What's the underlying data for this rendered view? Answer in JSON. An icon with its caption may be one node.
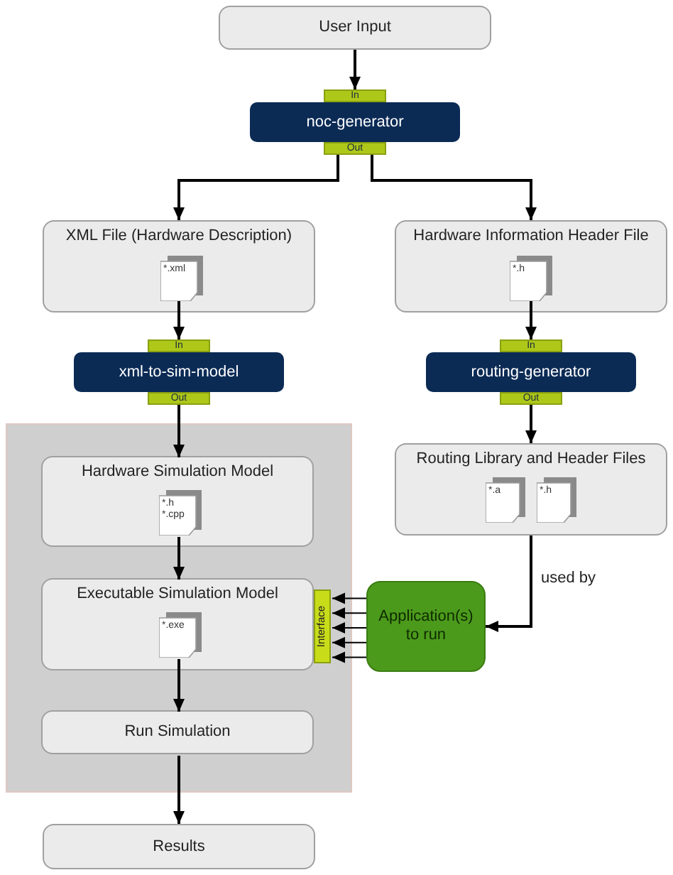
{
  "diagram": {
    "nodes": [
      {
        "text": [
          "User Input"
        ]
      },
      {
        "text": [
          "noc-generator"
        ],
        "beside": [
          "In",
          "Out"
        ]
      },
      {
        "text": [
          "XML File (Hardware Description)"
        ]
      },
      {
        "text": [
          "*.xml"
        ],
        "in": 2
      },
      {
        "text": [
          "Hardware Information Header File"
        ]
      },
      {
        "text": [
          "*.h"
        ],
        "in": 4
      },
      {
        "text": [
          "xml-to-sim-model"
        ],
        "beside": [
          "In",
          "Out"
        ]
      },
      {
        "text": [
          "routing-generator"
        ],
        "beside": [
          "In",
          "Out"
        ]
      },
      {
        "text": [],
        "shape": "box"
      },
      {
        "text": [
          "Hardware Simulation Model"
        ],
        "in": 8
      },
      {
        "text": [
          "*.h",
          "*.cpp"
        ],
        "in": 9
      },
      {
        "text": [
          "Routing Library and Header Files"
        ]
      },
      {
        "text": [
          "*.a"
        ],
        "in": 11
      },
      {
        "text": [
          "*.h"
        ],
        "in": 11
      },
      {
        "text": [
          "Executable Simulation Model"
        ],
        "in": 8
      },
      {
        "text": [
          "*.exe"
        ],
        "in": 14
      },
      {
        "text": [
          "Interface"
        ],
        "in": 8
      },
      {
        "text": [
          "Application(s) to run"
        ]
      },
      {
        "text": [
          "Run Simulation"
        ],
        "in": 8
      },
      {
        "text": [
          "Results"
        ]
      }
    ],
    "edges": [
      {
        "from": 0,
        "to": 1,
        "arrow": "to"
      },
      {
        "from": 1,
        "to": 2,
        "arrow": "to"
      },
      {
        "from": 1,
        "to": 4,
        "arrow": "to"
      },
      {
        "from": 3,
        "to": 6,
        "arrow": "to"
      },
      {
        "from": 5,
        "to": 7,
        "arrow": "to"
      },
      {
        "from": 6,
        "to": 9,
        "arrow": "to"
      },
      {
        "from": 7,
        "to": 11,
        "arrow": "to"
      },
      {
        "from": 10,
        "to": 14,
        "arrow": "to"
      },
      {
        "from": 15,
        "to": 18,
        "arrow": "to"
      },
      {
        "from": 18,
        "to": 19,
        "arrow": "to"
      },
      {
        "from": 11,
        "to": 17,
        "label": "used by",
        "arrow": "to"
      },
      {
        "from": 17,
        "to": 16,
        "arrow": "to"
      },
      {
        "from": 17,
        "to": 16,
        "arrow": "to"
      },
      {
        "from": 17,
        "to": 16,
        "arrow": "to"
      },
      {
        "from": 17,
        "to": 16,
        "arrow": "to"
      },
      {
        "from": 17,
        "to": 16,
        "arrow": "to"
      }
    ]
  }
}
